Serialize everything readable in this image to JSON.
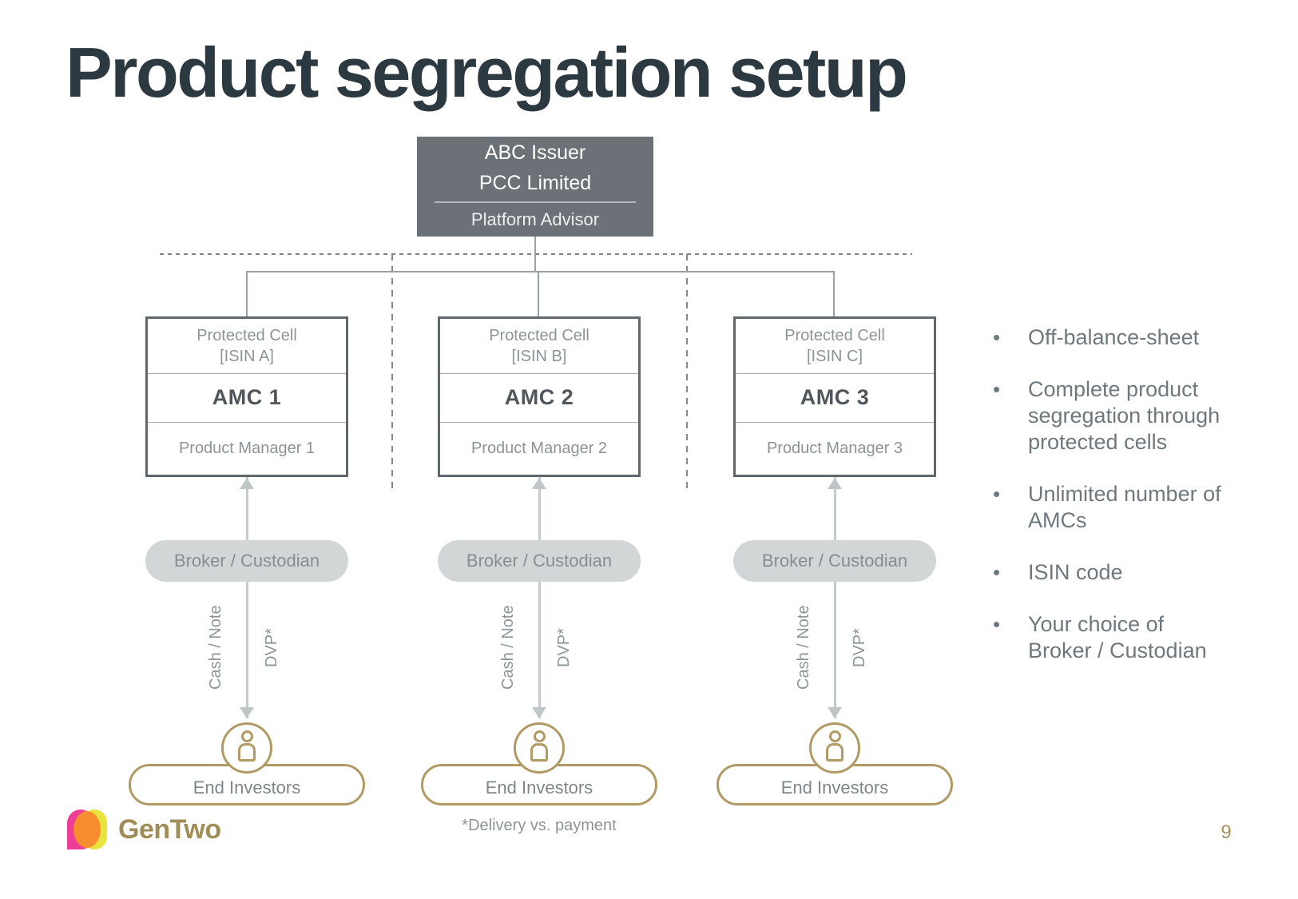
{
  "slide": {
    "title": "Product segregation setup",
    "footnote": "*Delivery vs. payment",
    "page_number": "9"
  },
  "issuer_box": {
    "issuer": "ABC Issuer",
    "company": "PCC Limited",
    "advisor": "Platform Advisor"
  },
  "columns": [
    {
      "cell_title": "Protected Cell",
      "cell_isin": "[ISIN A]",
      "amc": "AMC 1",
      "manager": "Product Manager 1",
      "broker": "Broker / Custodian",
      "flow_label_left": "Cash / Note",
      "flow_label_right": "DVP*",
      "investors": "End Investors"
    },
    {
      "cell_title": "Protected Cell",
      "cell_isin": "[ISIN B]",
      "amc": "AMC 2",
      "manager": "Product Manager 2",
      "broker": "Broker / Custodian",
      "flow_label_left": "Cash / Note",
      "flow_label_right": "DVP*",
      "investors": "End Investors"
    },
    {
      "cell_title": "Protected Cell",
      "cell_isin": "[ISIN C]",
      "amc": "AMC 3",
      "manager": "Product Manager 3",
      "broker": "Broker / Custodian",
      "flow_label_left": "Cash / Note",
      "flow_label_right": "DVP*",
      "investors": "End Investors"
    }
  ],
  "benefits": [
    "Off-balance-sheet",
    "Complete product segregation through protected cells",
    "Unlimited number of AMCs",
    "ISIN code",
    "Your choice of Broker / Custodian"
  ],
  "logo": {
    "name": "GenTwo"
  },
  "colors": {
    "title_text": "#2c3940",
    "issuer_box_bg": "#6b7177",
    "cell_border": "#61686d",
    "muted_text": "#8d9497",
    "broker_pill_bg": "#d3d6d6",
    "arrow_gray": "#bfc6c6",
    "gold_accent": "#b19a63",
    "bullet_text": "#6f787c",
    "logo_pink": "#ee3c98",
    "logo_orange": "#f68d2e",
    "logo_yellow": "#e9e43c",
    "logo_text": "#a08d57"
  }
}
